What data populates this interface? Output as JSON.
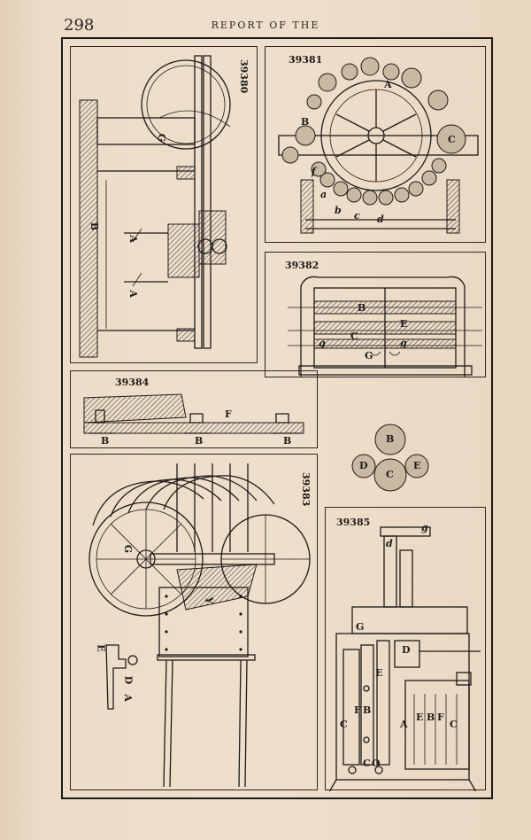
{
  "header": {
    "page_number": "298",
    "running_title": "REPORT OF THE"
  },
  "figures": [
    {
      "id": "39380"
    },
    {
      "id": "39381"
    },
    {
      "id": "39382"
    },
    {
      "id": "39384"
    },
    {
      "id": "39383"
    },
    {
      "id": "39385"
    }
  ],
  "letters": {
    "f39380": [
      "B",
      "A",
      "A",
      "G"
    ],
    "f39381": [
      "A",
      "B",
      "C",
      "a",
      "b",
      "c",
      "d",
      "f"
    ],
    "f39382": [
      "B",
      "E",
      "C",
      "G",
      "g",
      "g"
    ],
    "f39384": [
      "F",
      "B",
      "B",
      "B"
    ],
    "circles": [
      "B",
      "D",
      "C",
      "E"
    ],
    "f39383": [
      "G",
      "Y",
      "E",
      "D",
      "A"
    ],
    "f39385": [
      "g",
      "d",
      "G",
      "D",
      "E",
      "F",
      "B",
      "C",
      "A",
      "E",
      "B",
      "F",
      "C",
      "C",
      "O"
    ]
  }
}
